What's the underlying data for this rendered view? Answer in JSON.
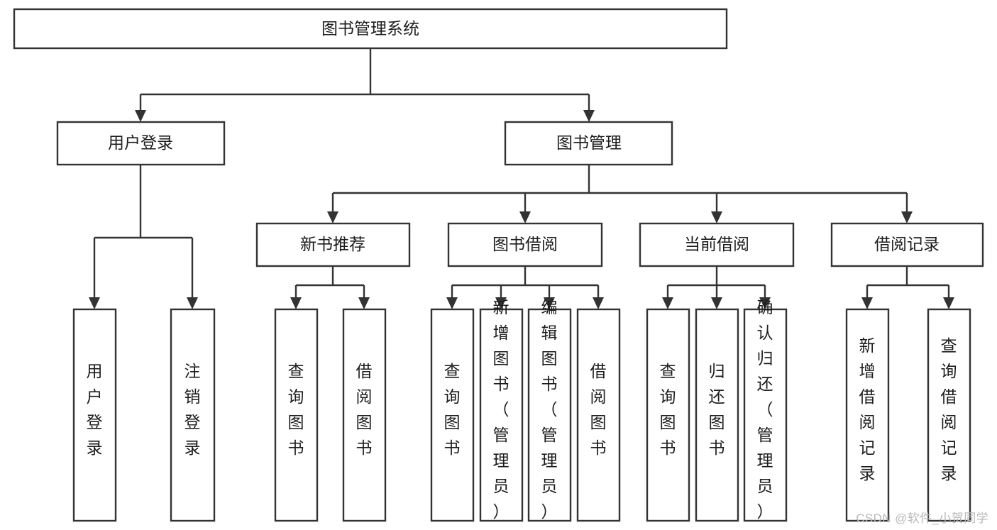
{
  "diagram": {
    "title": "图书管理系统",
    "type": "tree-hierarchy-chart",
    "colors": {
      "box_stroke": "#333333",
      "box_fill": "#ffffff",
      "text": "#1c1c1c",
      "canvas": "#ffffff",
      "watermark": "#b9b9b9"
    },
    "root": {
      "label": "图书管理系统"
    },
    "level2": [
      {
        "label": "用户登录"
      },
      {
        "label": "图书管理"
      }
    ],
    "level3": [
      {
        "label": "新书推荐"
      },
      {
        "label": "图书借阅"
      },
      {
        "label": "当前借阅"
      },
      {
        "label": "借阅记录"
      }
    ],
    "leaves": {
      "user_login": [
        {
          "label": "用户登录"
        },
        {
          "label": "注销登录"
        }
      ],
      "new_book_recommend": [
        {
          "label": "查询图书"
        },
        {
          "label": "借阅图书"
        }
      ],
      "book_borrow": [
        {
          "label": "查询图书"
        },
        {
          "label": "新增图书（管理员）"
        },
        {
          "label": "编辑图书（管理员）"
        },
        {
          "label": "借阅图书"
        }
      ],
      "current_borrow": [
        {
          "label": "查询图书"
        },
        {
          "label": "归还图书"
        },
        {
          "label": "确认归还（管理员）"
        }
      ],
      "borrow_record": [
        {
          "label": "新增借阅记录"
        },
        {
          "label": "查询借阅记录"
        }
      ]
    }
  },
  "watermark": {
    "text": "CSDN @软件_小贺同学"
  }
}
